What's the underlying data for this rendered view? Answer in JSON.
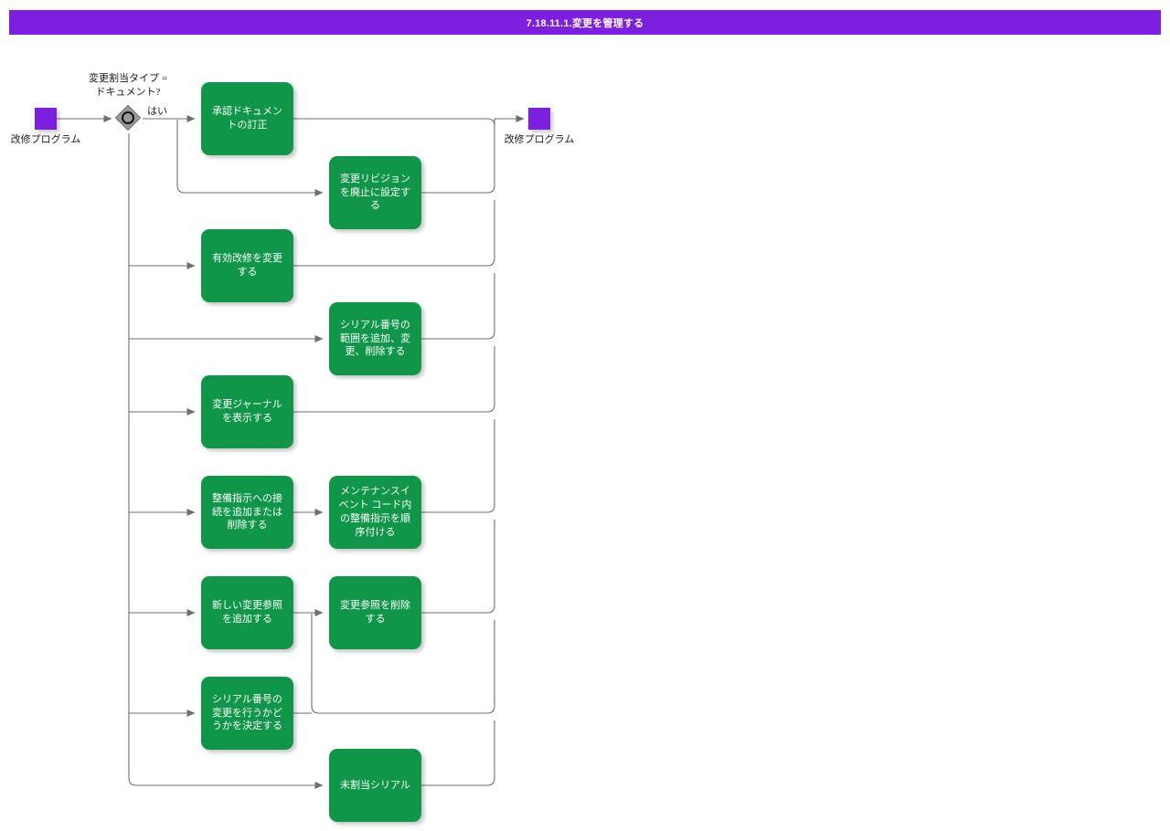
{
  "header": {
    "title": "7.18.11.1.変更を管理する",
    "background_color": "#7d1fe0",
    "text_color": "#ffffff"
  },
  "diagram": {
    "type": "flowchart",
    "palette": {
      "task_fill": "#0f9648",
      "task_text": "#ffffff",
      "endpoint_fill": "#7d1fe0",
      "gateway_fill": "#9a9a9a",
      "connector": "#6f6f6f",
      "page_background": "#ffffff"
    },
    "start_event": {
      "label": "改修プログラム",
      "icon": "purple-square-event"
    },
    "end_event": {
      "label": "改修プログラム",
      "icon": "purple-square-event"
    },
    "gateway": {
      "label": "変更割当タイプ = ドキュメント?",
      "label_line1": "変更割当タイプ =",
      "label_line2": "ドキュメント?",
      "icon": "event-based-gateway-diamond",
      "outgoing_label": "はい"
    },
    "tasks": [
      {
        "id": "t1",
        "label": "承認ドキュメントの訂正",
        "column": "left",
        "row": 1
      },
      {
        "id": "t2",
        "label": "変更リビジョンを廃止に設定する",
        "column": "right",
        "row": 2
      },
      {
        "id": "t3",
        "label": "有効改修を変更する",
        "column": "left",
        "row": 3
      },
      {
        "id": "t4",
        "label": "シリアル番号の範囲を追加、変更、削除する",
        "column": "right",
        "row": 4
      },
      {
        "id": "t5",
        "label": "変更ジャーナルを表示する",
        "column": "left",
        "row": 5
      },
      {
        "id": "t6",
        "label": "整備指示への接続を追加または削除する",
        "column": "left",
        "row": 6
      },
      {
        "id": "t7",
        "label": "メンテナンスイベント コード内の整備指示を順序付ける",
        "column": "right",
        "row": 6
      },
      {
        "id": "t8",
        "label": "新しい変更参照を追加する",
        "column": "left",
        "row": 7
      },
      {
        "id": "t9",
        "label": "変更参照を削除する",
        "column": "right",
        "row": 7
      },
      {
        "id": "t10",
        "label": "シリアル番号の変更を行うかどうかを決定する",
        "column": "left",
        "row": 8
      },
      {
        "id": "t11",
        "label": "未割当シリアル",
        "column": "right",
        "row": 9
      }
    ]
  }
}
